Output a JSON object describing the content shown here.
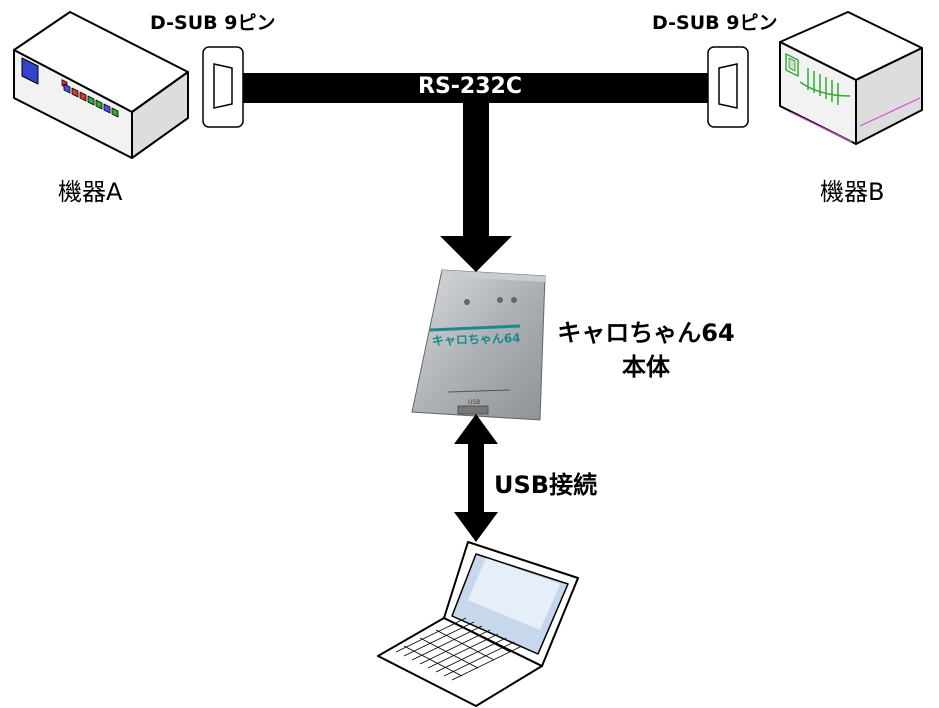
{
  "labels": {
    "connector_left": "D-SUB 9ピン",
    "connector_right": "D-SUB 9ピン",
    "bus": "RS-232C",
    "device_a": "機器A",
    "device_b": "機器B",
    "main_device_line1": "キャロちゃん64",
    "main_device_line2": "本体",
    "usb_link": "USB接続"
  },
  "device_printed_text": {
    "brand_name": "キャロちゃん64",
    "usb_port": "USB"
  },
  "colors": {
    "cable": "#000000",
    "device_body": "#f2f2f2",
    "device_a_panel": "#3344cc",
    "device_b_accent": "#33aa33",
    "device_b_stripe": "#cc55cc",
    "main_device_body": "#b8bcc0",
    "main_device_text": "#1a8a8a",
    "laptop_screen": "#c8d8ec"
  },
  "icons": [
    "device-a-icon",
    "device-b-icon",
    "dsub-connector-icon",
    "carochan64-device-icon",
    "laptop-icon",
    "arrow-down-icon",
    "double-arrow-icon"
  ]
}
